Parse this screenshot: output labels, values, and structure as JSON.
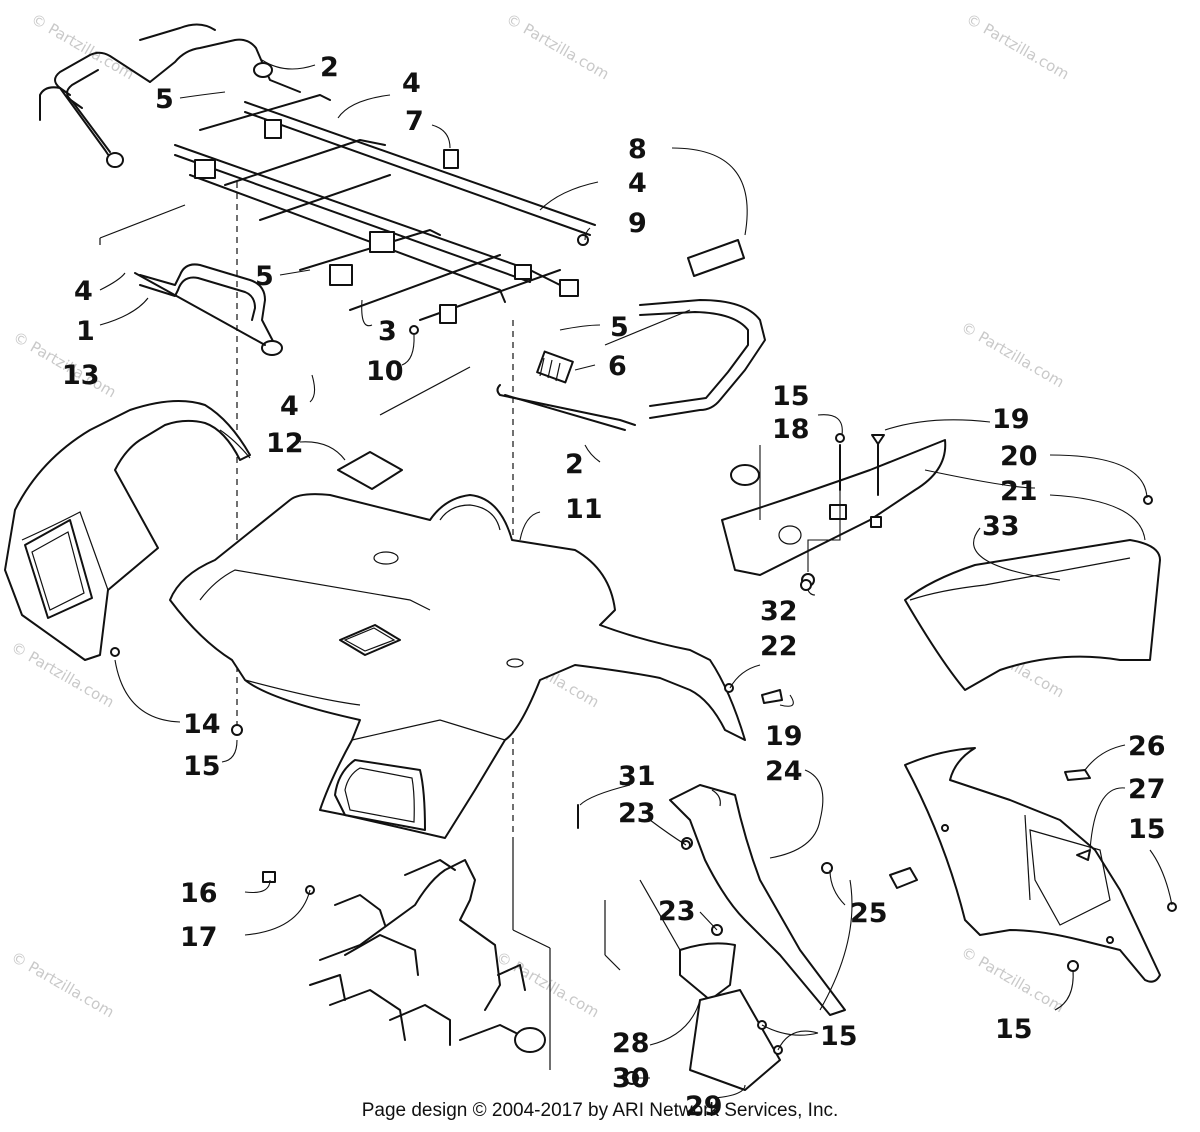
{
  "watermark": "© Partzilla.com",
  "footer": "Page design © 2004-2017 by ARI Network Services, Inc.",
  "callouts": [
    {
      "id": "c2a",
      "text": "2"
    },
    {
      "id": "c4a",
      "text": "4"
    },
    {
      "id": "c5a",
      "text": "5"
    },
    {
      "id": "c7",
      "text": "7"
    },
    {
      "id": "c8",
      "text": "8"
    },
    {
      "id": "c4b",
      "text": "4"
    },
    {
      "id": "c9",
      "text": "9"
    },
    {
      "id": "c4c",
      "text": "4"
    },
    {
      "id": "c5b",
      "text": "5"
    },
    {
      "id": "c1",
      "text": "1"
    },
    {
      "id": "c3",
      "text": "3"
    },
    {
      "id": "c5c",
      "text": "5"
    },
    {
      "id": "c10",
      "text": "10"
    },
    {
      "id": "c6",
      "text": "6"
    },
    {
      "id": "c13",
      "text": "13"
    },
    {
      "id": "c4d",
      "text": "4"
    },
    {
      "id": "c12",
      "text": "12"
    },
    {
      "id": "c15a",
      "text": "15"
    },
    {
      "id": "c18",
      "text": "18"
    },
    {
      "id": "c19a",
      "text": "19"
    },
    {
      "id": "c20",
      "text": "20"
    },
    {
      "id": "c2b",
      "text": "2"
    },
    {
      "id": "c21",
      "text": "21"
    },
    {
      "id": "c11",
      "text": "11"
    },
    {
      "id": "c33",
      "text": "33"
    },
    {
      "id": "c32",
      "text": "32"
    },
    {
      "id": "c22",
      "text": "22"
    },
    {
      "id": "c14",
      "text": "14"
    },
    {
      "id": "c15b",
      "text": "15"
    },
    {
      "id": "c19b",
      "text": "19"
    },
    {
      "id": "c24",
      "text": "24"
    },
    {
      "id": "c26",
      "text": "26"
    },
    {
      "id": "c31",
      "text": "31"
    },
    {
      "id": "c27",
      "text": "27"
    },
    {
      "id": "c23a",
      "text": "23"
    },
    {
      "id": "c15c",
      "text": "15"
    },
    {
      "id": "c16",
      "text": "16"
    },
    {
      "id": "c23b",
      "text": "23"
    },
    {
      "id": "c25",
      "text": "25"
    },
    {
      "id": "c17",
      "text": "17"
    },
    {
      "id": "c15d",
      "text": "15"
    },
    {
      "id": "c28",
      "text": "28"
    },
    {
      "id": "c15e",
      "text": "15"
    },
    {
      "id": "c30",
      "text": "30"
    },
    {
      "id": "c29",
      "text": "29"
    }
  ]
}
